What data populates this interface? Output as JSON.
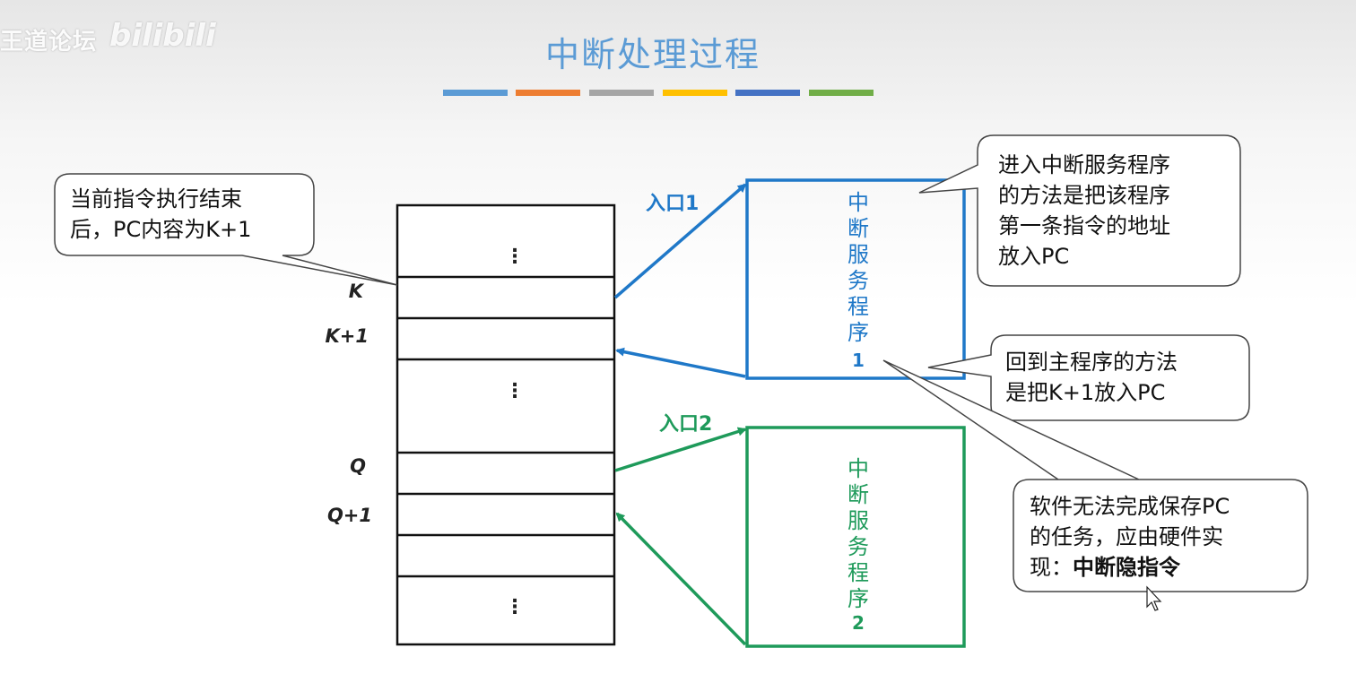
{
  "watermark": {
    "text": "王道论坛",
    "logo": "bilibili"
  },
  "title": "中断处理过程",
  "title_bar_colors": [
    "#5b9bd5",
    "#ed7d31",
    "#a5a5a5",
    "#ffc000",
    "#4472c4",
    "#70ad47"
  ],
  "memory": {
    "labels": {
      "k": "K",
      "k1": "K+1",
      "q": "Q",
      "q1": "Q+1"
    },
    "ellipsis": "⋮"
  },
  "routine1": {
    "entry_label": "入口1",
    "text": "中\n断\n服\n务\n程\n序",
    "number": "1",
    "color": "#1f78c8"
  },
  "routine2": {
    "entry_label": "入口2",
    "text": "中\n断\n服\n务\n程\n序",
    "number": "2",
    "color": "#1e9a5a"
  },
  "callouts": {
    "pc_after": {
      "line1": "当前指令执行结束",
      "line2": "后，PC内容为K+1"
    },
    "enter_service": {
      "line1": "进入中断服务程序",
      "line2": "的方法是把该程序",
      "line3": "第一条指令的地址",
      "line4": "放入PC"
    },
    "return_main": {
      "line1": "回到主程序的方法",
      "line2": "是把K+1放入PC"
    },
    "hardware": {
      "line1": "软件无法完成保存PC",
      "line2": "的任务，应由硬件实",
      "line3_prefix": "现：",
      "line3_bold": "中断隐指令"
    }
  }
}
